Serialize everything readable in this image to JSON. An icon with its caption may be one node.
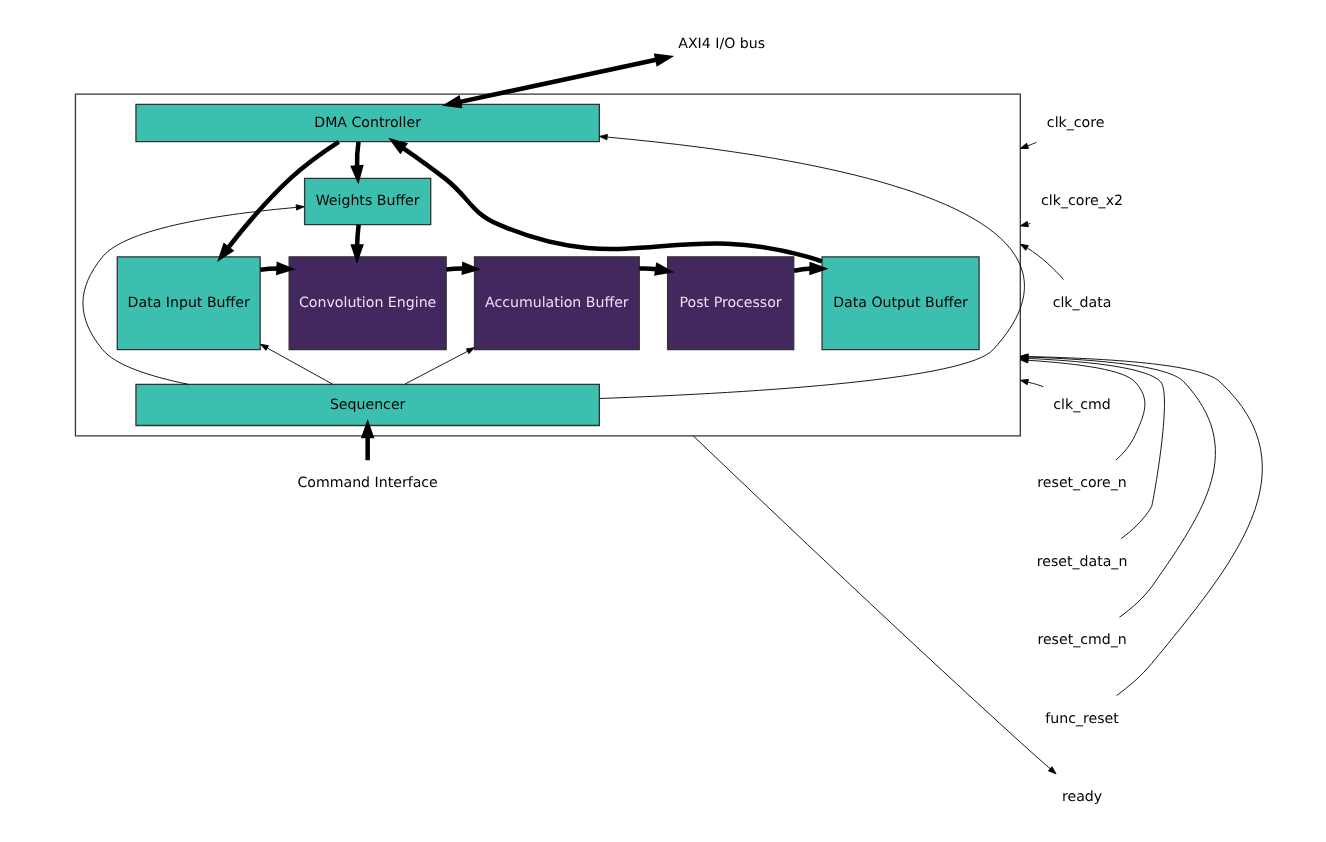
{
  "diagram": {
    "nodes": [
      {
        "text": [],
        "shape": "box"
      },
      {
        "text": [
          "DMA Controller"
        ],
        "in": 0
      },
      {
        "text": [
          "Weights Buffer"
        ],
        "in": 0
      },
      {
        "text": [
          "Data Input Buffer"
        ],
        "in": 0
      },
      {
        "text": [
          "Convolution Engine"
        ],
        "in": 0
      },
      {
        "text": [
          "Accumulation Buffer"
        ],
        "in": 0
      },
      {
        "text": [
          "Post Processor"
        ],
        "in": 0
      },
      {
        "text": [
          "Data Output Buffer"
        ],
        "in": 0
      },
      {
        "text": [
          "Sequencer"
        ],
        "in": 0
      },
      {
        "text": [
          "AXI4 I/O bus"
        ]
      },
      {
        "text": [
          "Command Interface"
        ]
      },
      {
        "text": [
          "clk_core"
        ]
      },
      {
        "text": [
          "clk_core_x2"
        ]
      },
      {
        "text": [
          "clk_data"
        ]
      },
      {
        "text": [
          "clk_cmd"
        ]
      },
      {
        "text": [
          "reset_core_n"
        ]
      },
      {
        "text": [
          "reset_data_n"
        ]
      },
      {
        "text": [
          "reset_cmd_n"
        ]
      },
      {
        "text": [
          "func_reset"
        ]
      },
      {
        "text": [
          "ready"
        ]
      }
    ],
    "edges": [
      {
        "from": 9,
        "to": 1,
        "arrow": "both",
        "style": "thick"
      },
      {
        "from": 1,
        "to": 2,
        "arrow": "to",
        "style": "thick"
      },
      {
        "from": 1,
        "to": 3,
        "arrow": "to",
        "style": "thick"
      },
      {
        "from": 2,
        "to": 4,
        "arrow": "to",
        "style": "thick"
      },
      {
        "from": 3,
        "to": 4,
        "arrow": "to",
        "style": "thick"
      },
      {
        "from": 4,
        "to": 5,
        "arrow": "to",
        "style": "thick"
      },
      {
        "from": 5,
        "to": 6,
        "arrow": "to",
        "style": "thick"
      },
      {
        "from": 6,
        "to": 7,
        "arrow": "to",
        "style": "thick"
      },
      {
        "from": 7,
        "to": 1,
        "arrow": "to",
        "style": "thick"
      },
      {
        "from": 8,
        "to": 1,
        "arrow": "to"
      },
      {
        "from": 8,
        "to": 2,
        "arrow": "to"
      },
      {
        "from": 8,
        "to": 3,
        "arrow": "to"
      },
      {
        "from": 8,
        "to": 5,
        "arrow": "to"
      },
      {
        "from": 10,
        "to": 8,
        "arrow": "to",
        "style": "thick"
      },
      {
        "from": 11,
        "to": 0,
        "arrow": "to"
      },
      {
        "from": 12,
        "to": 0,
        "arrow": "to"
      },
      {
        "from": 13,
        "to": 0,
        "arrow": "to"
      },
      {
        "from": 14,
        "to": 0,
        "arrow": "to"
      },
      {
        "from": 15,
        "to": 0,
        "arrow": "to"
      },
      {
        "from": 16,
        "to": 0,
        "arrow": "to"
      },
      {
        "from": 17,
        "to": 0,
        "arrow": "to"
      },
      {
        "from": 18,
        "to": 0,
        "arrow": "to"
      },
      {
        "from": 0,
        "to": 19,
        "arrow": "to"
      }
    ]
  }
}
